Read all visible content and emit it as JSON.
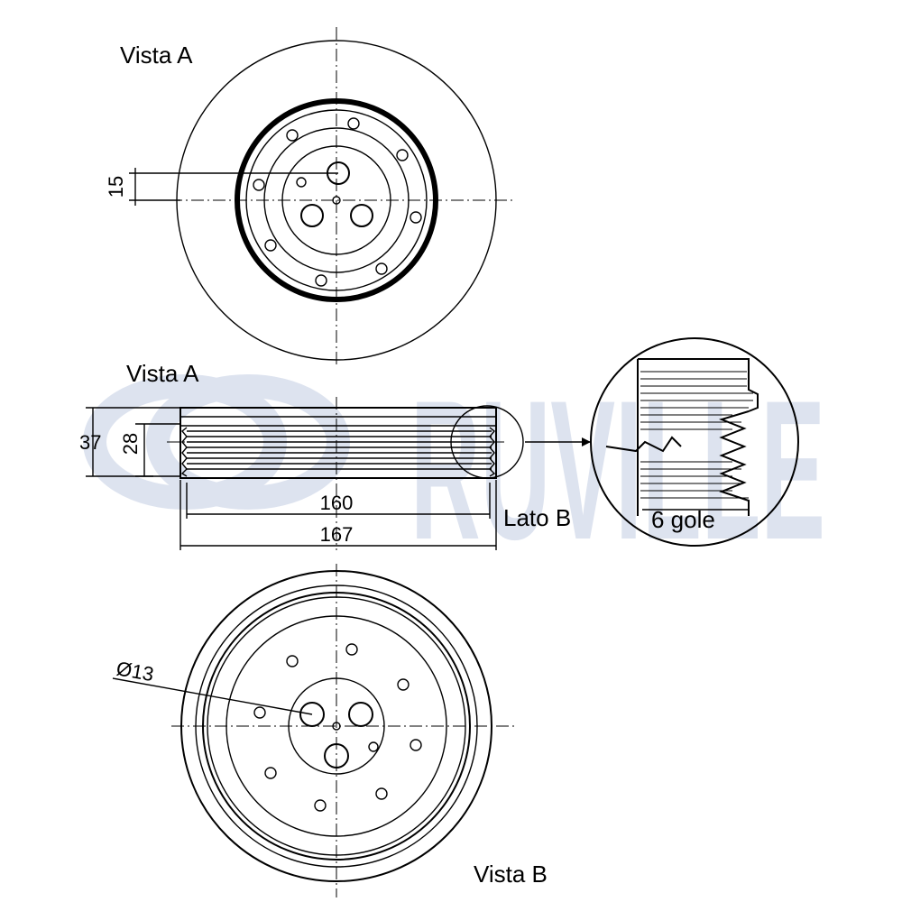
{
  "watermark": {
    "text": "RUVILLE",
    "color": "#dde3ef"
  },
  "views": {
    "top_label": "Vista A",
    "side_label": "Vista A",
    "bottom_label": "Vista B",
    "side_b_label": "Lato B",
    "detail_label": "6 gole"
  },
  "dimensions": {
    "offset": "15",
    "total_height": "37",
    "belt_height": "28",
    "inner_width": "160",
    "outer_width": "167",
    "hole_diameter": "Ø13"
  }
}
